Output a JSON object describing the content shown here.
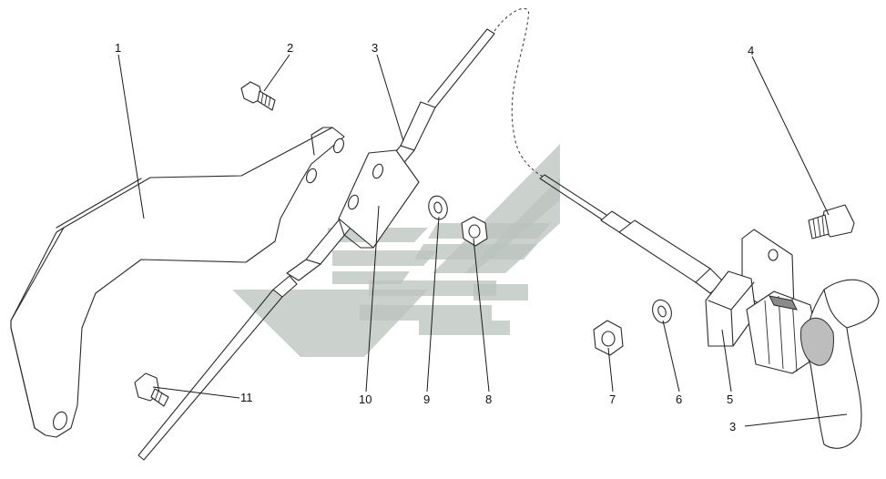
{
  "diagram": {
    "callouts": [
      {
        "id": "c1",
        "text": "1"
      },
      {
        "id": "c2",
        "text": "2"
      },
      {
        "id": "c3a",
        "text": "3"
      },
      {
        "id": "c4",
        "text": "4"
      },
      {
        "id": "c5",
        "text": "5"
      },
      {
        "id": "c3b",
        "text": "3"
      },
      {
        "id": "c6",
        "text": "6"
      },
      {
        "id": "c7",
        "text": "7"
      },
      {
        "id": "c8",
        "text": "8"
      },
      {
        "id": "c9",
        "text": "9"
      },
      {
        "id": "c10",
        "text": "10"
      },
      {
        "id": "c11",
        "text": "11"
      }
    ]
  }
}
